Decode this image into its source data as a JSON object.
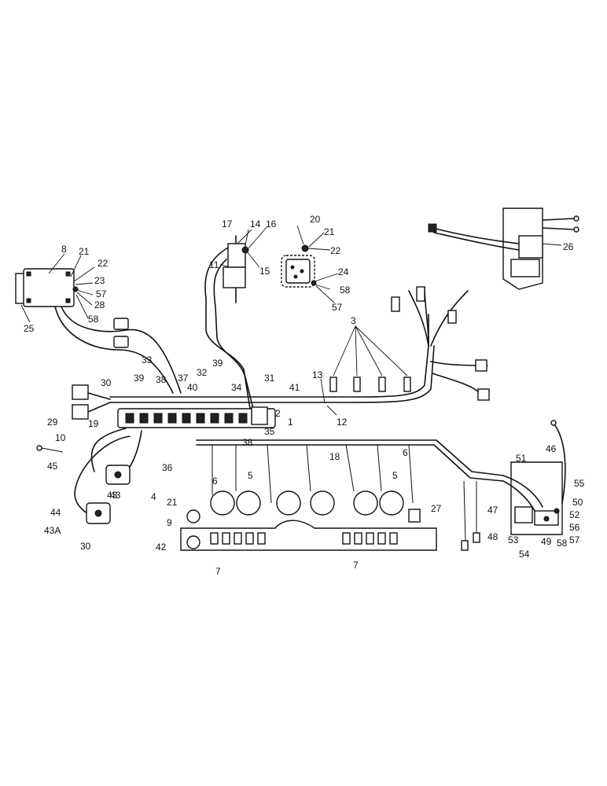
{
  "callouts": [
    {
      "id": "c1",
      "text": "1"
    },
    {
      "id": "c2",
      "text": "2"
    },
    {
      "id": "c3",
      "text": "3"
    },
    {
      "id": "c4",
      "text": "4"
    },
    {
      "id": "c5a",
      "text": "5"
    },
    {
      "id": "c5b",
      "text": "5"
    },
    {
      "id": "c6a",
      "text": "6"
    },
    {
      "id": "c6b",
      "text": "6"
    },
    {
      "id": "c7a",
      "text": "7"
    },
    {
      "id": "c7b",
      "text": "7"
    },
    {
      "id": "c8",
      "text": "8"
    },
    {
      "id": "c9",
      "text": "9"
    },
    {
      "id": "c10",
      "text": "10"
    },
    {
      "id": "c11",
      "text": "11"
    },
    {
      "id": "c12",
      "text": "12"
    },
    {
      "id": "c13",
      "text": "13"
    },
    {
      "id": "c14",
      "text": "14"
    },
    {
      "id": "c15",
      "text": "15"
    },
    {
      "id": "c16",
      "text": "16"
    },
    {
      "id": "c17",
      "text": "17"
    },
    {
      "id": "c18",
      "text": "18"
    },
    {
      "id": "c19",
      "text": "19"
    },
    {
      "id": "c20",
      "text": "20"
    },
    {
      "id": "c21a",
      "text": "21"
    },
    {
      "id": "c21b",
      "text": "21"
    },
    {
      "id": "c21c",
      "text": "21"
    },
    {
      "id": "c22a",
      "text": "22"
    },
    {
      "id": "c22b",
      "text": "22"
    },
    {
      "id": "c23",
      "text": "23"
    },
    {
      "id": "c24",
      "text": "24"
    },
    {
      "id": "c25",
      "text": "25"
    },
    {
      "id": "c26",
      "text": "26"
    },
    {
      "id": "c27",
      "text": "27"
    },
    {
      "id": "c28",
      "text": "28"
    },
    {
      "id": "c29",
      "text": "29"
    },
    {
      "id": "c30a",
      "text": "30"
    },
    {
      "id": "c30b",
      "text": "30"
    },
    {
      "id": "c31",
      "text": "31"
    },
    {
      "id": "c32",
      "text": "32"
    },
    {
      "id": "c33",
      "text": "33"
    },
    {
      "id": "c34",
      "text": "34"
    },
    {
      "id": "c35",
      "text": "35"
    },
    {
      "id": "c36",
      "text": "36"
    },
    {
      "id": "c37",
      "text": "37"
    },
    {
      "id": "c38a",
      "text": "38"
    },
    {
      "id": "c38b",
      "text": "38"
    },
    {
      "id": "c39a",
      "text": "39"
    },
    {
      "id": "c39b",
      "text": "39"
    },
    {
      "id": "c40",
      "text": "40"
    },
    {
      "id": "c41",
      "text": "41"
    },
    {
      "id": "c42",
      "text": "42"
    },
    {
      "id": "c43a",
      "text": "43"
    },
    {
      "id": "c43b",
      "text": "43"
    },
    {
      "id": "c43A",
      "text": "43A"
    },
    {
      "id": "c44",
      "text": "44"
    },
    {
      "id": "c45",
      "text": "45"
    },
    {
      "id": "c46",
      "text": "46"
    },
    {
      "id": "c47",
      "text": "47"
    },
    {
      "id": "c48",
      "text": "48"
    },
    {
      "id": "c49",
      "text": "49"
    },
    {
      "id": "c50",
      "text": "50"
    },
    {
      "id": "c51",
      "text": "51"
    },
    {
      "id": "c52",
      "text": "52"
    },
    {
      "id": "c53",
      "text": "53"
    },
    {
      "id": "c54",
      "text": "54"
    },
    {
      "id": "c55",
      "text": "55"
    },
    {
      "id": "c56",
      "text": "56"
    },
    {
      "id": "c57a",
      "text": "57"
    },
    {
      "id": "c57b",
      "text": "57"
    },
    {
      "id": "c57c",
      "text": "57"
    },
    {
      "id": "c58a",
      "text": "58"
    },
    {
      "id": "c58b",
      "text": "58"
    },
    {
      "id": "c58c",
      "text": "58"
    }
  ]
}
